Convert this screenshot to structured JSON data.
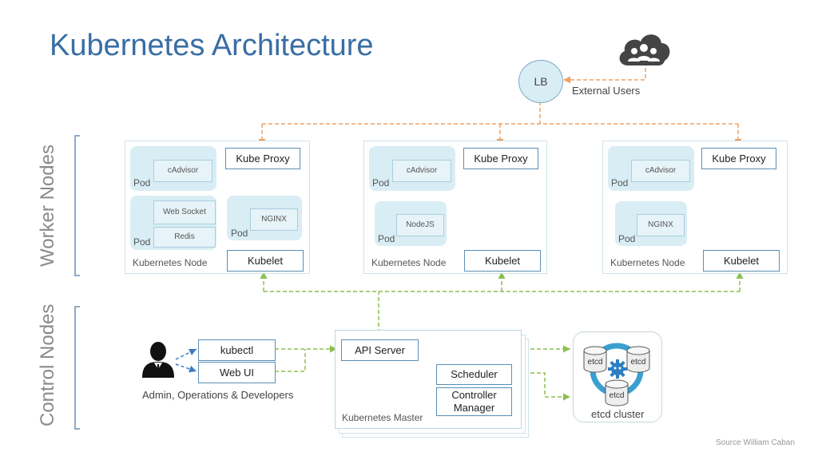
{
  "title": "Kubernetes Architecture",
  "sections": {
    "worker": "Worker Nodes",
    "control": "Control Nodes"
  },
  "lb": {
    "label": "LB",
    "caption": "External Users"
  },
  "worker_nodes": [
    {
      "pods": [
        {
          "label": "Pod",
          "containers": [
            "cAdvisor"
          ]
        },
        {
          "label": "Pod",
          "containers": [
            "Web Socket",
            "Redis"
          ]
        },
        {
          "label": "Pod",
          "containers": [
            "NGINX"
          ]
        }
      ],
      "kube_proxy": "Kube Proxy",
      "kubelet": "Kubelet",
      "label": "Kubernetes Node"
    },
    {
      "pods": [
        {
          "label": "Pod",
          "containers": [
            "cAdvisor"
          ]
        },
        {
          "label": "Pod",
          "containers": [
            "NodeJS"
          ]
        }
      ],
      "kube_proxy": "Kube Proxy",
      "kubelet": "Kubelet",
      "label": "Kubernetes Node"
    },
    {
      "pods": [
        {
          "label": "Pod",
          "containers": [
            "cAdvisor"
          ]
        },
        {
          "label": "Pod",
          "containers": [
            "NGINX"
          ]
        }
      ],
      "kube_proxy": "Kube Proxy",
      "kubelet": "Kubelet",
      "label": "Kubernetes Node"
    }
  ],
  "admin": {
    "caption": "Admin, Operations & Developers",
    "tools": [
      "kubectl",
      "Web UI"
    ]
  },
  "master": {
    "label": "Kubernetes Master",
    "api_server": "API Server",
    "scheduler": "Scheduler",
    "controller_manager": "Controller Manager"
  },
  "etcd": {
    "caption": "etcd cluster",
    "members": [
      "etcd",
      "etcd",
      "etcd"
    ]
  },
  "source": "Source William Caban",
  "colors": {
    "title": "#3a6ea5",
    "orange_link": "#f0a060",
    "green_link": "#8cbf50",
    "blue_link": "#3a7cc0",
    "pod_fill": "#d9edf5",
    "etcd_ring": "#3aa0d0"
  },
  "icons": {
    "cloud": "cloud-users-icon",
    "admin": "person-icon",
    "etcd": "gear-icon"
  }
}
